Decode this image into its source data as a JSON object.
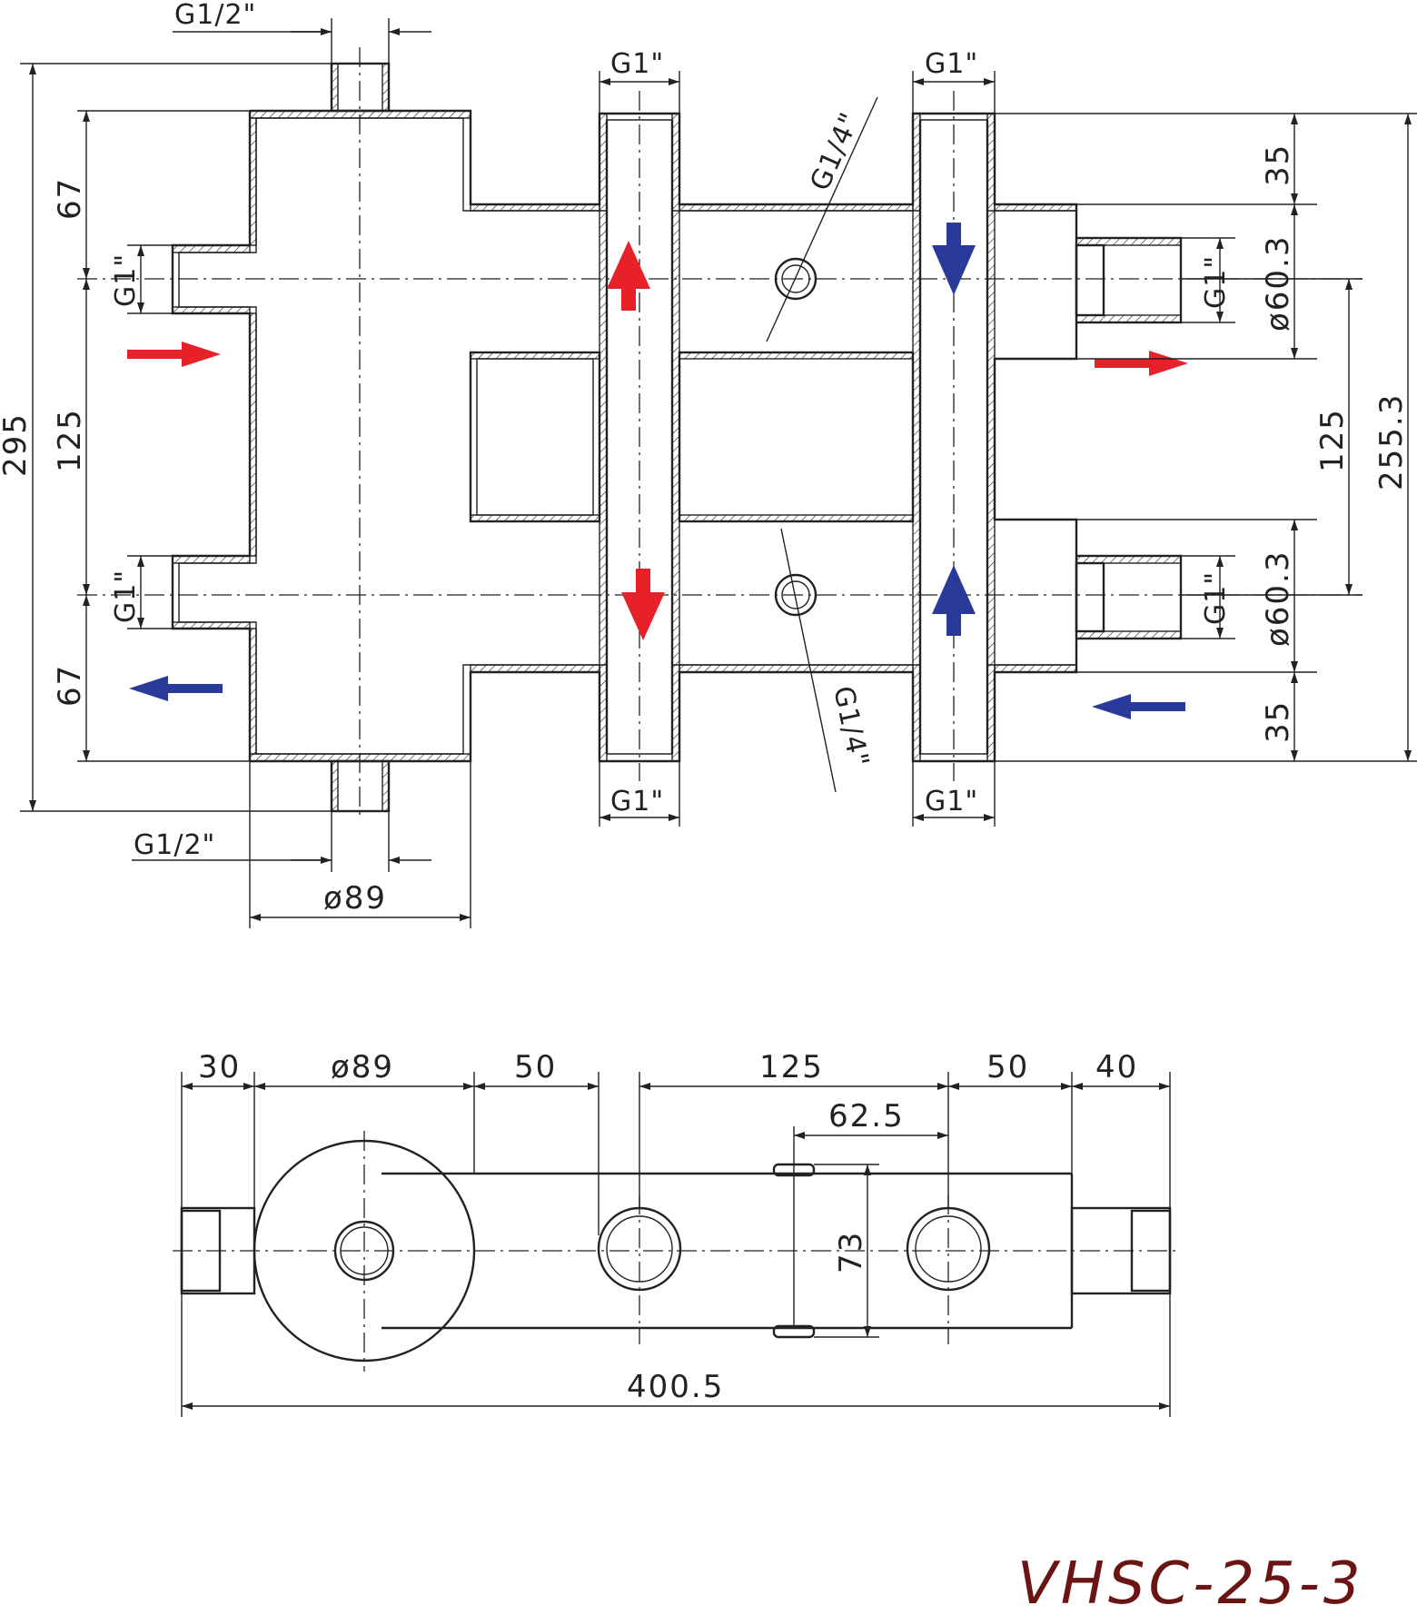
{
  "model": "VHSC-25-3",
  "colors": {
    "hot": "#e8202a",
    "cold": "#2a3a9a",
    "model_text": "#6b1414",
    "line": "#222222"
  },
  "front_view": {
    "threads": {
      "top_air_vent": "G1/2\"",
      "bottom_drain": "G1/2\"",
      "top_left_port": "G1\"",
      "top_right_port": "G1\"",
      "bottom_left_port": "G1\"",
      "bottom_right_port": "G1\"",
      "sensor_upper": "G1/4\"",
      "sensor_lower": "G1/4\"",
      "left_upper_inlet": "G1\"",
      "left_lower_inlet": "G1\"",
      "right_upper_outlet": "G1\"",
      "right_lower_outlet": "G1\""
    },
    "dimensions": {
      "total_height": "295",
      "left_top_offset": "67",
      "left_spacing": "125",
      "left_bottom_offset": "67",
      "right_top_offset": "35",
      "right_upper_pipe_dia": "ø60.3",
      "right_spacing": "125",
      "right_total": "255.3",
      "right_lower_pipe_dia": "ø60.3",
      "right_bottom_offset": "35",
      "body_diameter": "ø89"
    }
  },
  "top_view": {
    "dimensions": {
      "d1": "30",
      "d2": "ø89",
      "d3": "50",
      "d4": "125",
      "d5": "50",
      "d6": "40",
      "half": "62.5",
      "depth": "73",
      "overall": "400.5"
    }
  }
}
